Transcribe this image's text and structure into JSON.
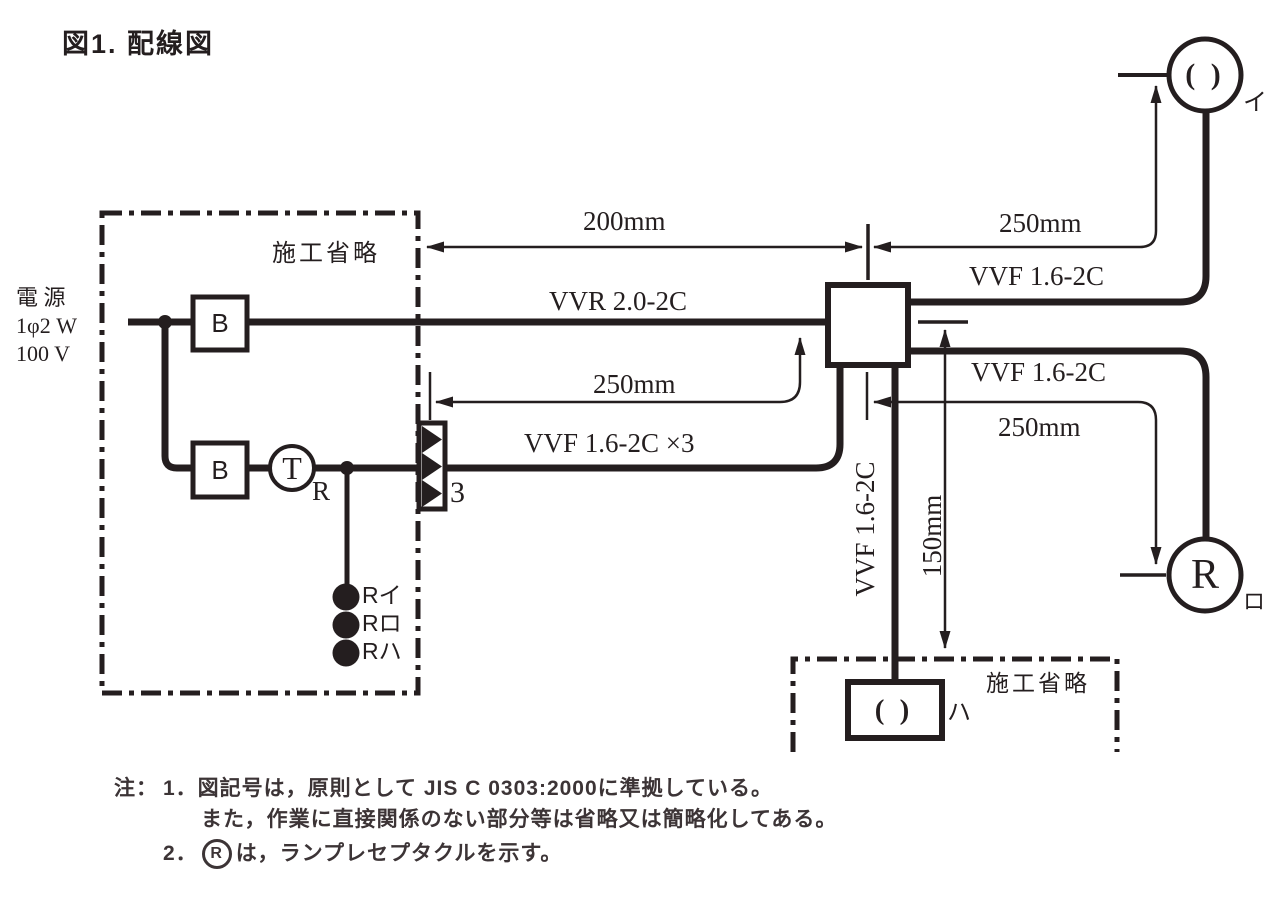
{
  "colors": {
    "ink": "#241e1f",
    "background": "#ffffff"
  },
  "title": "図1. 配線図",
  "power": {
    "line1": "電 源",
    "line2": "1φ2 W",
    "line3": "100 V"
  },
  "areas": {
    "omission_upper": "施工省略",
    "omission_lower": "施工省略"
  },
  "components": {
    "breaker1": "B",
    "breaker2": "B",
    "transformer": "T",
    "transformer_sub": "R",
    "relay_count": "3",
    "switch1": "Rイ",
    "switch2": "Rロ",
    "switch3": "Rハ",
    "ceiling_round_glyph": "( )",
    "ceiling_round_label": "イ",
    "receptacle_glyph": "R",
    "receptacle_label": "ロ",
    "ceiling_square_glyph": "( )",
    "ceiling_square_label": "ハ"
  },
  "cables": {
    "vvr": "VVR 2.0-2C",
    "vvf_to_i": "VVF 1.6-2C",
    "vvf_to_ro": "VVF 1.6-2C",
    "vvf_x3": "VVF 1.6-2C ×3",
    "vvf_to_ha": "VVF 1.6-2C"
  },
  "dimensions": {
    "top_left": "200mm",
    "top_right": "250mm",
    "middle": "250mm",
    "right": "250mm",
    "vertical": "150mm"
  },
  "notes": {
    "prefix": "注：",
    "item1": "1．図記号は，原則として JIS C 0303:2000に準拠している。",
    "item1b": "また，作業に直接関係のない部分等は省略又は簡略化してある。",
    "item2_num": "2．",
    "item2_symbol": "R",
    "item2_text": "は，ランプレセプタクルを示す。"
  }
}
